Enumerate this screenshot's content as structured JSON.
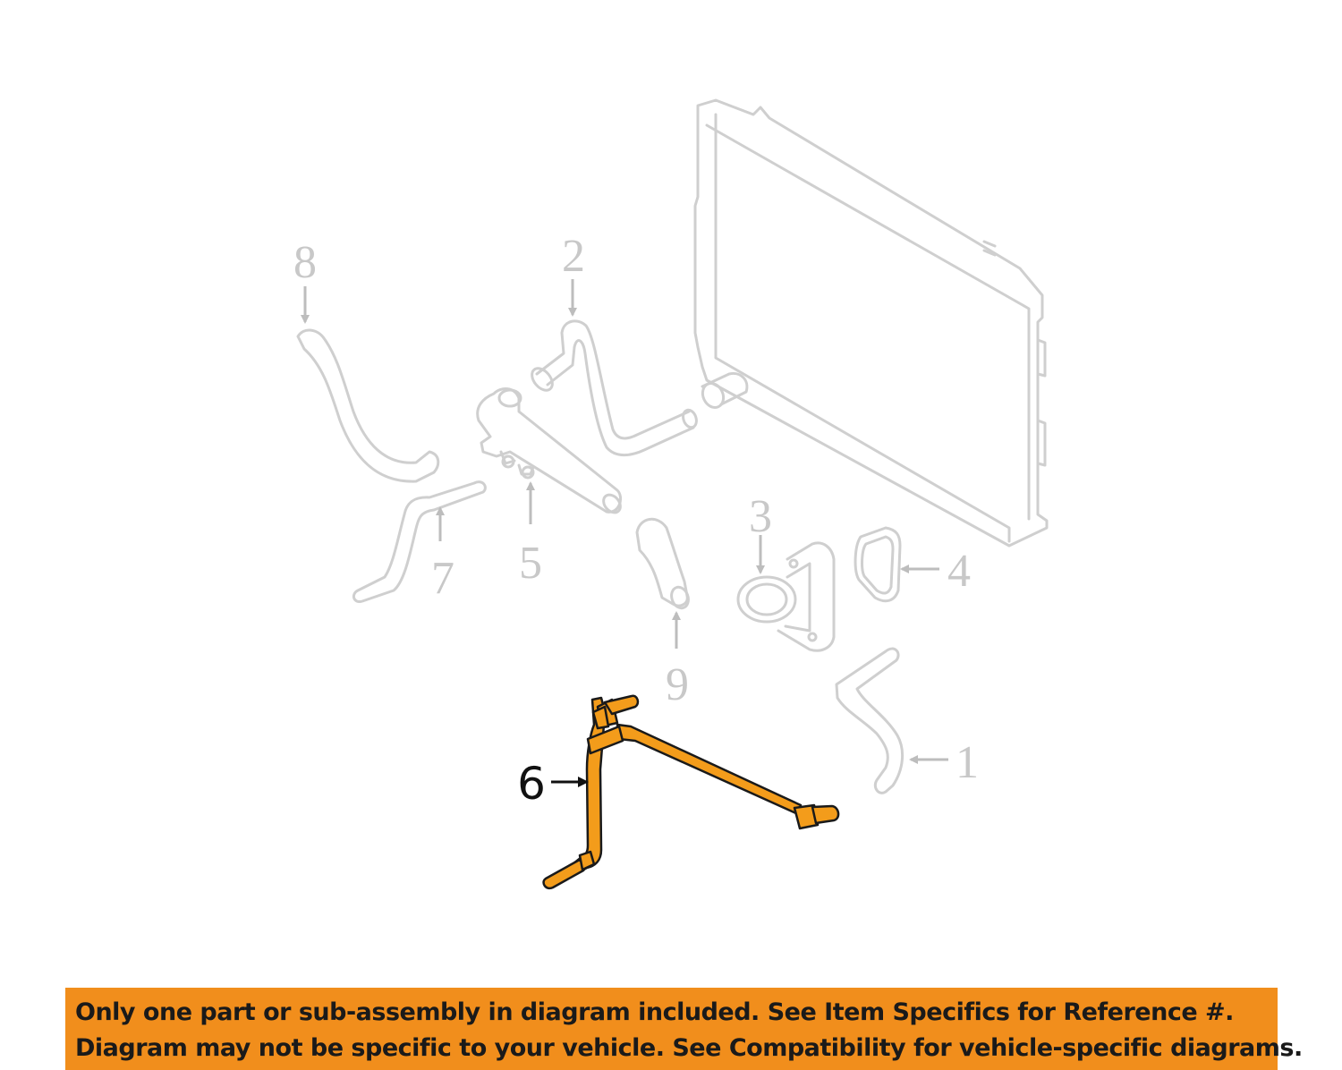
{
  "diagram": {
    "callouts": {
      "c1": "1",
      "c2": "2",
      "c3": "3",
      "c4": "4",
      "c5": "5",
      "c6": "6",
      "c7": "7",
      "c8": "8",
      "c9": "9"
    },
    "highlighted_part": "6",
    "colors": {
      "highlight": "#f39c1b",
      "ghost": "#cfcfcf",
      "banner": "#f18e1c"
    }
  },
  "disclaimer": {
    "line1": "Only one part or sub-assembly in diagram included. See Item Specifics for Reference #.",
    "line2": "Diagram may not be specific to your vehicle. See Compatibility for vehicle-specific diagrams."
  }
}
